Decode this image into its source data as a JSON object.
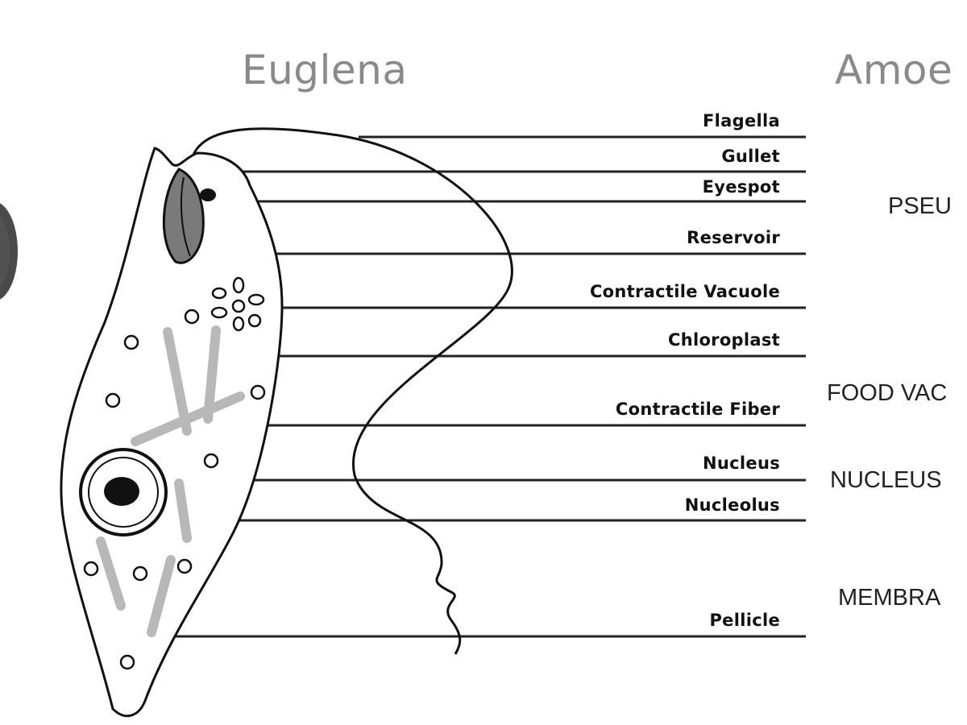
{
  "titles": {
    "left": "Euglena",
    "right": "Amoe"
  },
  "euglena_labels": [
    "Flagella",
    "Gullet",
    "Eyespot",
    "Reservoir",
    "Contractile Vacuole",
    "Chloroplast",
    "Contractile Fiber",
    "Nucleus",
    "Nucleolus",
    "Pellicle"
  ],
  "amoeba_labels": [
    "PSEU",
    "FOOD VAC",
    "NUCLEUS",
    "MEMBRA"
  ]
}
